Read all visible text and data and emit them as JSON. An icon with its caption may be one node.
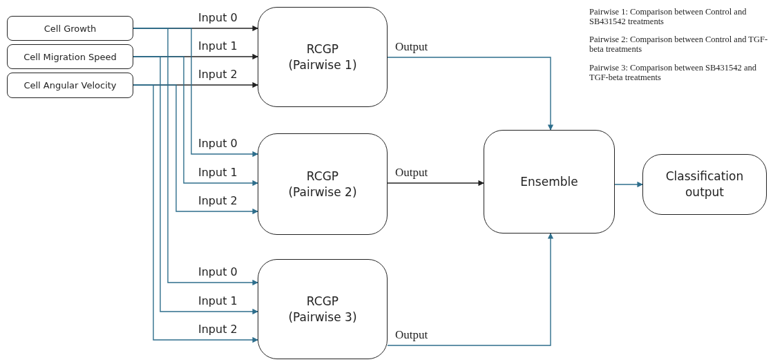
{
  "diagram": {
    "nodes": [
      {
        "text": [
          "Cell Growth"
        ]
      },
      {
        "text": [
          "Cell Migration Speed"
        ]
      },
      {
        "text": [
          "Cell Angular Velocity"
        ]
      },
      {
        "text": [
          "RCGP (Pairwise 1)"
        ]
      },
      {
        "text": [
          "RCGP (Pairwise 2)"
        ]
      },
      {
        "text": [
          "RCGP (Pairwise 3)"
        ]
      },
      {
        "text": [
          "Ensemble"
        ]
      },
      {
        "text": [
          "Classification output"
        ]
      }
    ],
    "edges": [
      {
        "from": 0,
        "to": 3,
        "arrow": "to",
        "label": "Input 0",
        "color": "#222222"
      },
      {
        "from": 1,
        "to": 3,
        "arrow": "to",
        "label": "Input 1",
        "color": "#222222"
      },
      {
        "from": 2,
        "to": 3,
        "arrow": "to",
        "label": "Input 2",
        "color": "#222222"
      },
      {
        "from": 0,
        "to": 4,
        "arrow": "to",
        "label": "Input 0"
      },
      {
        "from": 1,
        "to": 4,
        "arrow": "to",
        "label": "Input 1"
      },
      {
        "from": 2,
        "to": 4,
        "arrow": "to",
        "label": "Input 2"
      },
      {
        "from": 0,
        "to": 5,
        "arrow": "to",
        "label": "Input 0"
      },
      {
        "from": 1,
        "to": 5,
        "arrow": "to",
        "label": "Input 1"
      },
      {
        "from": 2,
        "to": 5,
        "arrow": "to",
        "label": "Input 2"
      },
      {
        "from": 3,
        "to": 6,
        "arrow": "to",
        "label": "Output"
      },
      {
        "from": 4,
        "to": 6,
        "arrow": "to",
        "label": "Output",
        "color": "#222222"
      },
      {
        "from": 5,
        "to": 6,
        "arrow": "to",
        "label": "Output"
      },
      {
        "from": 6,
        "to": 7,
        "arrow": "to"
      }
    ],
    "labels": [
      "Pairwise 1: Comparison between Control and SB431542 treatments",
      "Pairwise 2: Comparison between Control and TGF-beta treatments",
      "Pairwise 3: Comparison between SB431542 and TGF-beta treatments"
    ]
  }
}
